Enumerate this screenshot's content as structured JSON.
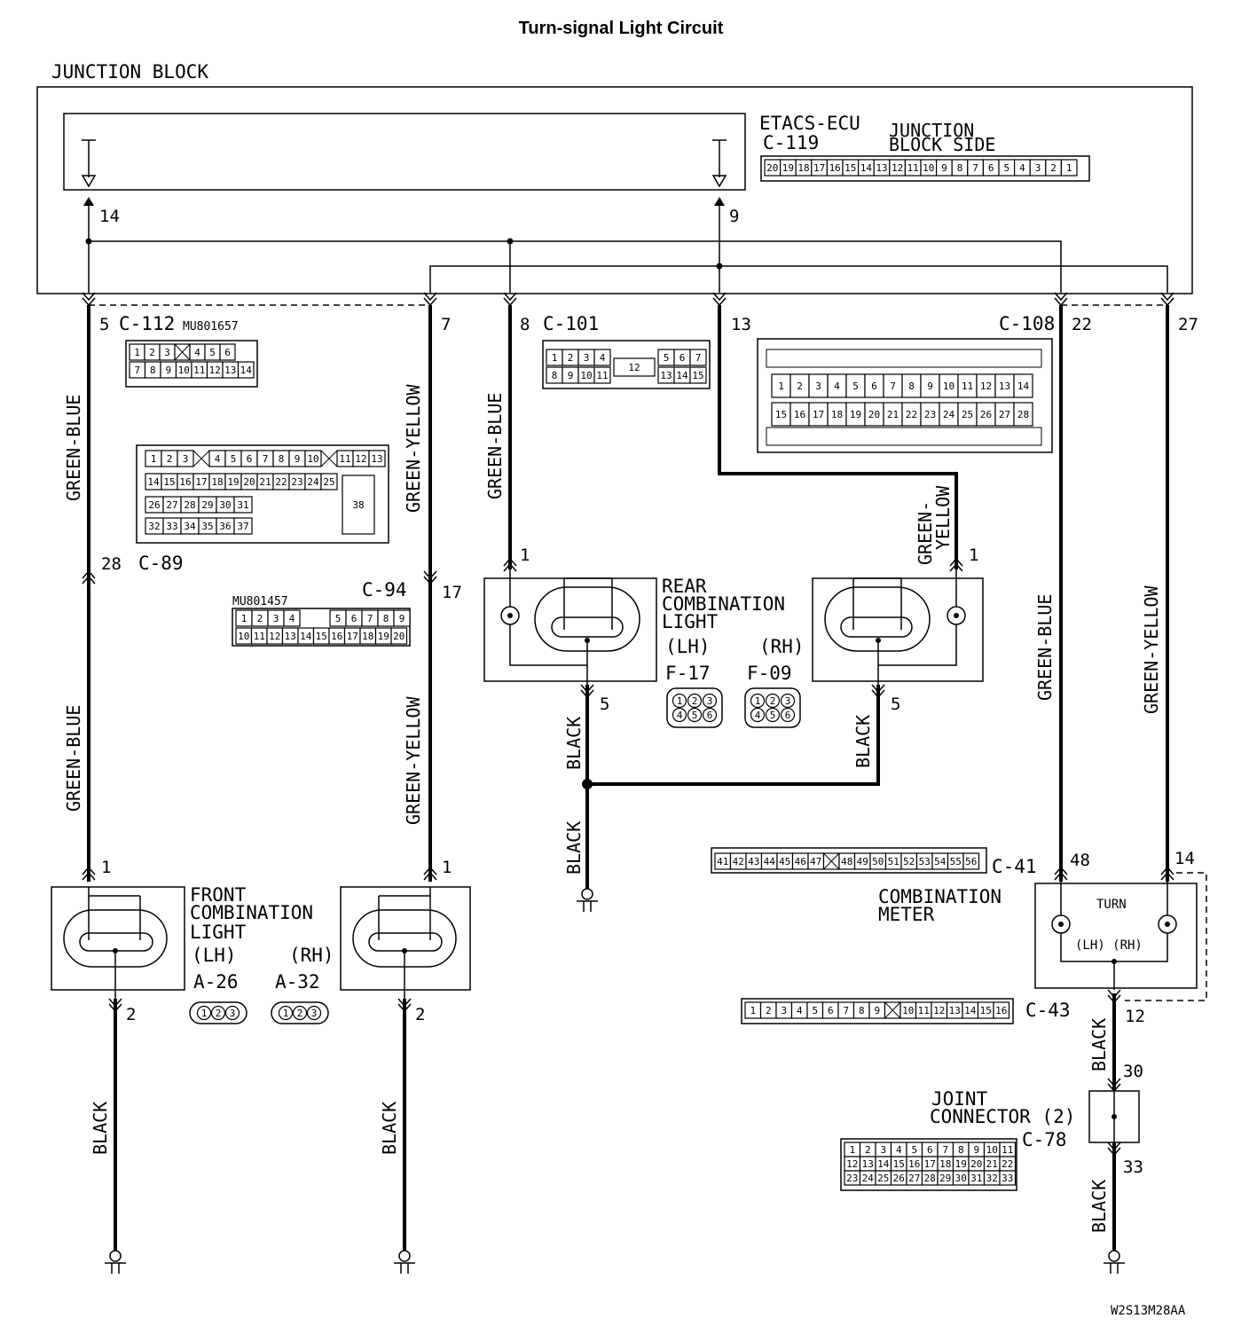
{
  "title": "Turn-signal Light Circuit",
  "junction_block": "JUNCTION BLOCK",
  "etacs": {
    "name": "ETACS-ECU",
    "connector": "C-119",
    "side_line1": "JUNCTION",
    "side_line2": "BLOCK SIDE",
    "out_lh_pin": "14",
    "out_rh_pin": "9",
    "pins": [
      "20",
      "19",
      "18",
      "17",
      "16",
      "15",
      "14",
      "13",
      "12",
      "11",
      "10",
      "9",
      "8",
      "7",
      "6",
      "5",
      "4",
      "3",
      "2",
      "1"
    ]
  },
  "jb_pins": {
    "c112_pin": "5",
    "c112_name": "C-112",
    "c112_part": "MU801657",
    "p7": "7",
    "c101_pin": "8",
    "c101_name": "C-101",
    "p13": "13",
    "c108_name": "C-108",
    "p22": "22",
    "p27": "27"
  },
  "connector_grids": {
    "c112_row1": [
      "1",
      "2",
      "3",
      "",
      "4",
      "5",
      "6"
    ],
    "c112_row2": [
      "7",
      "8",
      "9",
      "10",
      "11",
      "12",
      "13",
      "14"
    ],
    "c101_row1": [
      "1",
      "2",
      "3",
      "4"
    ],
    "c101_row2": [
      "8",
      "9",
      "10",
      "11"
    ],
    "c101_mid": "12",
    "c101_right1": [
      "5",
      "6",
      "7"
    ],
    "c101_right2": [
      "13",
      "14",
      "15"
    ],
    "c108_row1": [
      "1",
      "2",
      "3",
      "4",
      "5",
      "6",
      "7",
      "8",
      "9",
      "10",
      "11",
      "12",
      "13",
      "14"
    ],
    "c108_row2": [
      "15",
      "16",
      "17",
      "18",
      "19",
      "20",
      "21",
      "22",
      "23",
      "24",
      "25",
      "26",
      "27",
      "28"
    ],
    "c89_row1a": [
      "1",
      "2",
      "3"
    ],
    "c89_row1b": [
      "4",
      "5",
      "6",
      "7",
      "8",
      "9",
      "10"
    ],
    "c89_row1c": [
      "11",
      "12",
      "13"
    ],
    "c89_row2": [
      "14",
      "15",
      "16",
      "17",
      "18",
      "19",
      "20",
      "21",
      "22",
      "23",
      "24",
      "25"
    ],
    "c89_row3": [
      "26",
      "27",
      "28",
      "29",
      "30",
      "31"
    ],
    "c89_row4": [
      "32",
      "33",
      "34",
      "35",
      "36",
      "37"
    ],
    "c89_big": "38",
    "c94_row1a": [
      "1",
      "2",
      "3",
      "4"
    ],
    "c94_row1b": [
      "5",
      "6",
      "7",
      "8",
      "9"
    ],
    "c94_row2": [
      "10",
      "11",
      "12",
      "13",
      "14",
      "15",
      "16",
      "17",
      "18",
      "19",
      "20"
    ],
    "c41_cells": [
      "41",
      "42",
      "43",
      "44",
      "45",
      "46",
      "47",
      "",
      "48",
      "49",
      "50",
      "51",
      "52",
      "53",
      "54",
      "55",
      "56"
    ],
    "c43_cells": [
      "1",
      "2",
      "3",
      "4",
      "5",
      "6",
      "7",
      "8",
      "9",
      "",
      "10",
      "11",
      "12",
      "13",
      "14",
      "15",
      "16"
    ],
    "c78_row1": [
      "1",
      "2",
      "3",
      "4",
      "5",
      "6",
      "7",
      "8",
      "9",
      "10",
      "11"
    ],
    "c78_row2": [
      "12",
      "13",
      "14",
      "15",
      "16",
      "17",
      "18",
      "19",
      "20",
      "21",
      "22"
    ],
    "c78_row3": [
      "23",
      "24",
      "25",
      "26",
      "27",
      "28",
      "29",
      "30",
      "31",
      "32",
      "33"
    ],
    "plug6_top": [
      "1",
      "2",
      "3"
    ],
    "plug6_bot": [
      "4",
      "5",
      "6"
    ],
    "plug3": [
      "1",
      "2",
      "3"
    ]
  },
  "c89": {
    "pin": "28",
    "name": "C-89"
  },
  "c94": {
    "pin": "17",
    "name": "C-94",
    "part": "MU801457"
  },
  "wire_colors": {
    "green_blue": "GREEN-BLUE",
    "green_yellow": "GREEN-YELLOW",
    "green_dash": "GREEN-",
    "yellow": "YELLOW",
    "black": "BLACK"
  },
  "rear_light": {
    "line1": "REAR",
    "line2": "COMBINATION",
    "line3": "LIGHT",
    "lh": "(LH)",
    "rh": "(RH)",
    "lh_conn": "F-17",
    "rh_conn": "F-09",
    "pin_in": "1",
    "pin_gnd": "5"
  },
  "front_light": {
    "line1": "FRONT",
    "line2": "COMBINATION",
    "line3": "LIGHT",
    "lh": "(LH)",
    "rh": "(RH)",
    "lh_conn": "A-26",
    "rh_conn": "A-32",
    "pin_in": "1",
    "pin_gnd": "2"
  },
  "meter": {
    "c41": "C-41",
    "pin48": "48",
    "pin14": "14",
    "line1": "COMBINATION",
    "line2": "METER",
    "turn": "TURN",
    "lhrh": "(LH) (RH)",
    "c43": "C-43",
    "pin12": "12"
  },
  "joint": {
    "line1": "JOINT",
    "line2": "CONNECTOR (2)",
    "name": "C-78",
    "pin30": "30",
    "pin33": "33"
  },
  "footer_code": "W2S13M28AA"
}
